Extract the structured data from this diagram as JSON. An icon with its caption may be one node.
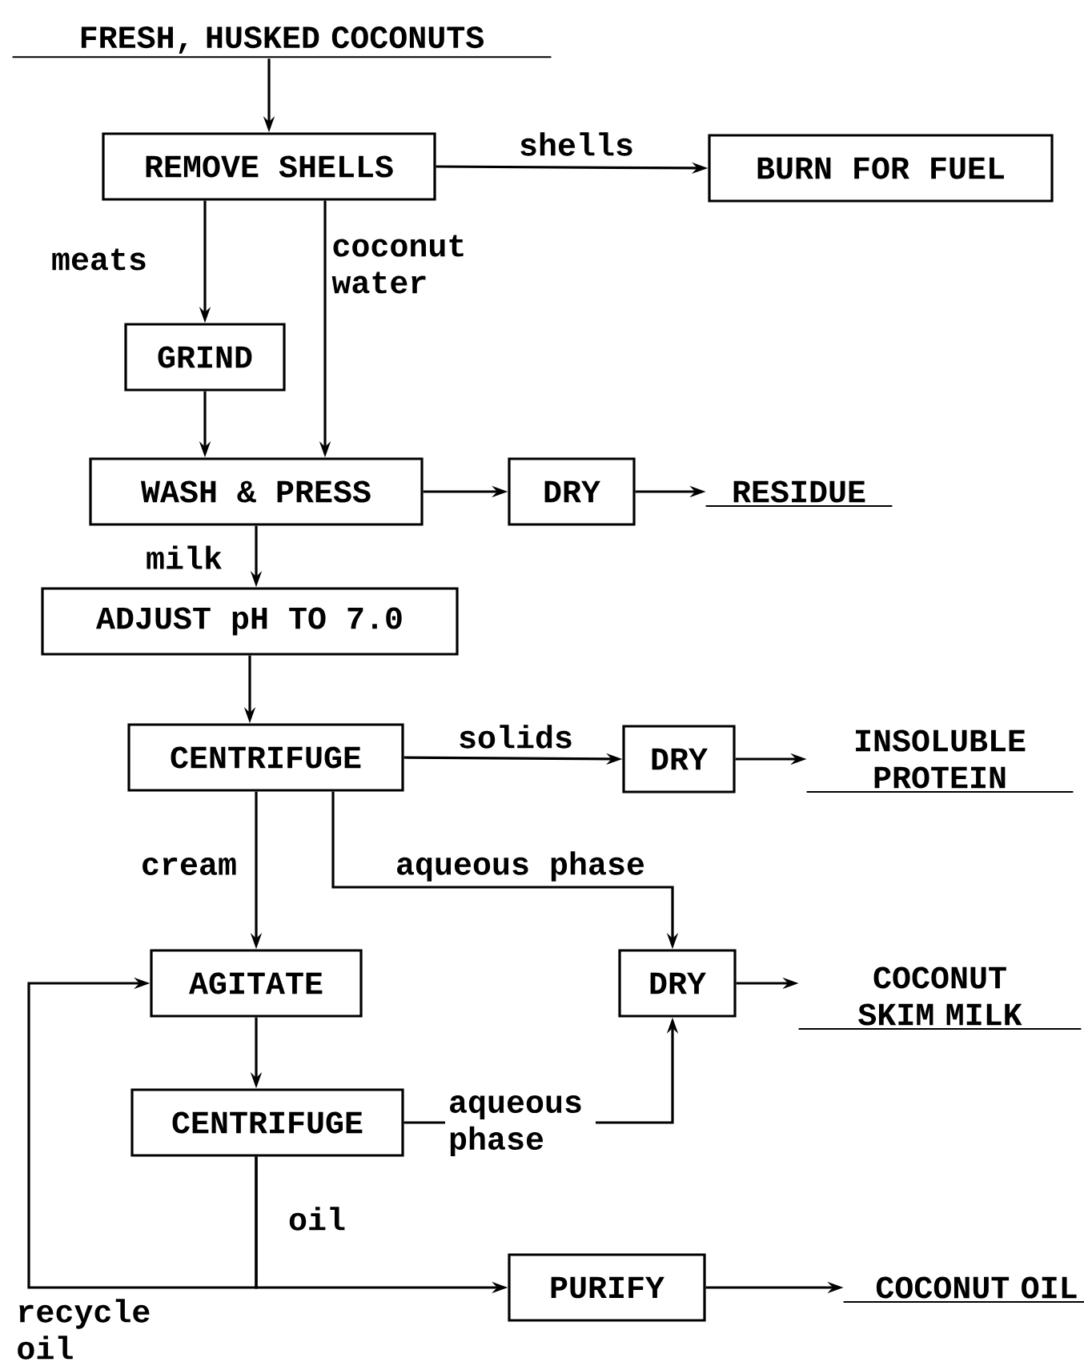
{
  "diagram": {
    "nodes": [
      {
        "text": [
          "FRESH, HUSKED COCONUTS"
        ]
      },
      {
        "text": [
          "REMOVE SHELLS"
        ]
      },
      {
        "text": [
          "BURN FOR FUEL"
        ]
      },
      {
        "text": [
          "GRIND"
        ]
      },
      {
        "text": [
          "WASH & PRESS"
        ]
      },
      {
        "text": [
          "DRY"
        ]
      },
      {
        "text": [
          "RESIDUE"
        ]
      },
      {
        "text": [
          "ADJUST pH TO 7.0"
        ]
      },
      {
        "text": [
          "CENTRIFUGE"
        ]
      },
      {
        "text": [
          "DRY"
        ]
      },
      {
        "text": [
          "INSOLUBLE PROTEIN"
        ]
      },
      {
        "text": [
          "AGITATE"
        ]
      },
      {
        "text": [
          "DRY"
        ]
      },
      {
        "text": [
          "COCONUT SKIM MILK"
        ]
      },
      {
        "text": [
          "CENTRIFUGE"
        ]
      },
      {
        "text": [
          "PURIFY"
        ]
      },
      {
        "text": [
          "COCONUT OIL"
        ]
      }
    ],
    "edges": [
      {
        "from": 0,
        "to": 1,
        "arrow": "to"
      },
      {
        "from": 1,
        "to": 2,
        "arrow": "to",
        "label": "shells"
      },
      {
        "from": 1,
        "to": 3,
        "arrow": "to",
        "label": "meats"
      },
      {
        "from": 1,
        "to": 4,
        "arrow": "to",
        "label": "coconut water"
      },
      {
        "from": 3,
        "to": 4,
        "arrow": "to"
      },
      {
        "from": 4,
        "to": 5,
        "arrow": "to"
      },
      {
        "from": 5,
        "to": 6,
        "arrow": "to"
      },
      {
        "from": 4,
        "to": 7,
        "arrow": "to",
        "label": "milk"
      },
      {
        "from": 7,
        "to": 8,
        "arrow": "to"
      },
      {
        "from": 8,
        "to": 9,
        "arrow": "to",
        "label": "solids"
      },
      {
        "from": 9,
        "to": 10,
        "arrow": "to"
      },
      {
        "from": 8,
        "to": 11,
        "arrow": "to",
        "label": "cream"
      },
      {
        "from": 8,
        "to": 12,
        "arrow": "to",
        "label": "aqueous phase"
      },
      {
        "from": 11,
        "to": 14,
        "arrow": "to"
      },
      {
        "from": 14,
        "to": 12,
        "arrow": "to",
        "label": "aqueous phase"
      },
      {
        "from": 12,
        "to": 13,
        "arrow": "to"
      },
      {
        "from": 14,
        "to": 15,
        "arrow": "to",
        "label": "oil"
      },
      {
        "from": 14,
        "to": 11,
        "arrow": "to",
        "label": "recycle oil"
      },
      {
        "from": 15,
        "to": 16,
        "arrow": "to"
      }
    ]
  }
}
